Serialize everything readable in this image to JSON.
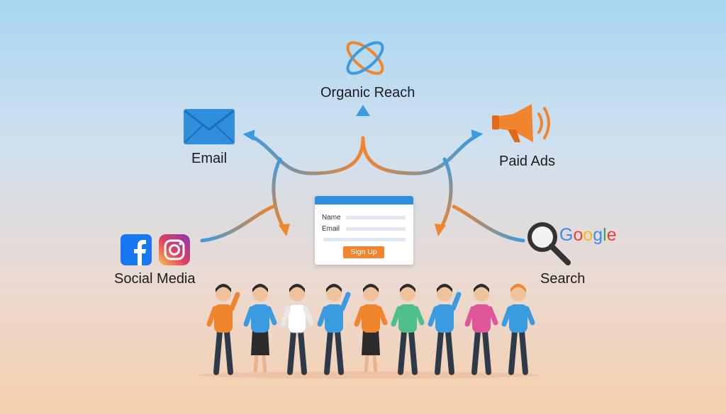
{
  "diagram": {
    "center": {
      "form": {
        "name_label": "Name",
        "email_label": "Email",
        "button_label": "Sign Up"
      }
    },
    "channels": {
      "organic_reach": {
        "label": "Organic Reach",
        "icon": "orbit-icon"
      },
      "email": {
        "label": "Email",
        "icon": "envelope-icon"
      },
      "paid_ads": {
        "label": "Paid Ads",
        "icon": "megaphone-icon"
      },
      "social_media": {
        "label": "Social Media",
        "icons": [
          "facebook-icon",
          "instagram-icon"
        ]
      },
      "search": {
        "label": "Search",
        "icon": "magnifier-icon",
        "brand_text": "Google"
      }
    },
    "audience": {
      "people_count": 9
    }
  },
  "colors": {
    "blue": "#3a9be0",
    "orange": "#f0852e",
    "google_blue": "#4285F4",
    "google_red": "#EA4335",
    "google_yellow": "#FBBC05",
    "google_green": "#34A853"
  }
}
